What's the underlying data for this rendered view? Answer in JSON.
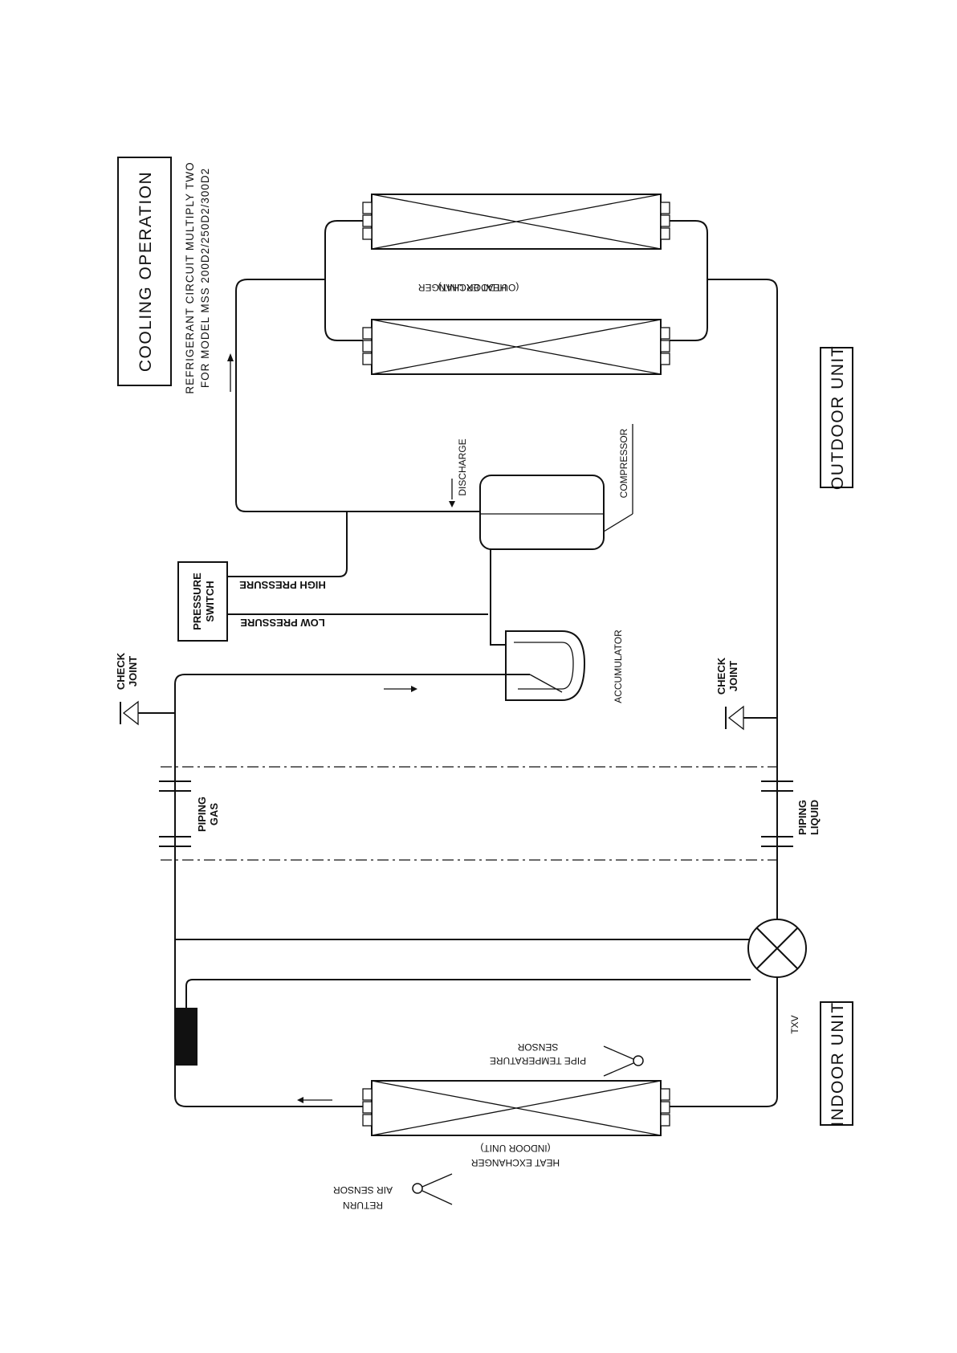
{
  "title": "COOLING OPERATION",
  "subtitle_line1": "REFRIGERANT CIRCUIT MULTIPLY TWO",
  "subtitle_line2": "FOR MODEL MSS 200D2/250D2/300D2",
  "labels": {
    "outdoor_unit": "OUTDOOR UNIT",
    "indoor_unit": "INDOOR UNIT",
    "hx_outdoor_line1": "HEAT EXCHANGER",
    "hx_outdoor_line2": "(OUTDOOR UNIT)",
    "hx_indoor_line1": "HEAT EXCHANGER",
    "hx_indoor_line2": "(INDOOR UNIT)",
    "discharge": "DISCHARGE",
    "compressor": "COMPRESSOR",
    "accumulator": "ACCUMULATOR",
    "pressure_switch_line1": "PRESSURE",
    "pressure_switch_line2": "SWITCH",
    "high_pressure": "HIGH PRESSURE",
    "low_pressure": "LOW PRESSURE",
    "check_joint_line1": "CHECK",
    "check_joint_line2": "JOINT",
    "piping_gas_line1": "PIPING",
    "piping_gas_line2": "GAS",
    "piping_liquid_line1": "PIPING",
    "piping_liquid_line2": "LIQUID",
    "txv": "TXV",
    "pipe_temp_line1": "PIPE TEMPERATURE",
    "pipe_temp_line2": "SENSOR",
    "return_air_line1": "RETURN",
    "return_air_line2": "AIR SENSOR"
  },
  "icons": [
    "check-joint-icon",
    "expansion-valve-icon",
    "sensor-icon",
    "flow-arrow-icon",
    "heat-exchanger-icon"
  ]
}
